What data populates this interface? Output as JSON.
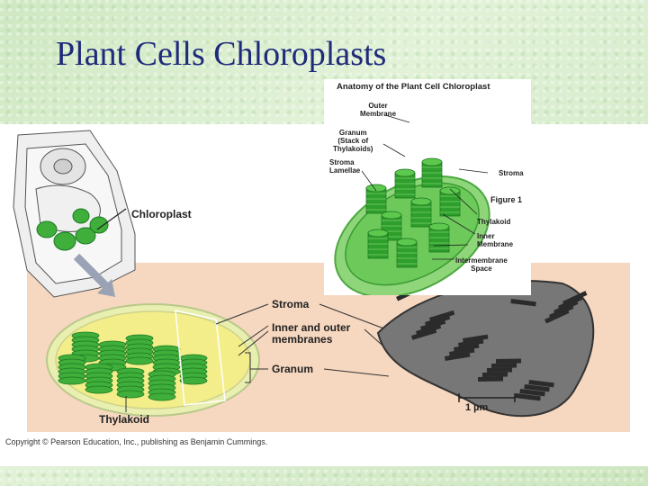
{
  "slide": {
    "title": "Plant Cells Chloroplasts",
    "copyright": "Copyright © Pearson Education, Inc., publishing as Benjamin Cummings."
  },
  "cell_diagram": {
    "label": "Chloroplast"
  },
  "inset_figure": {
    "title": "Anatomy of the Plant Cell Chloroplast",
    "labels": {
      "outer_membrane": "Outer\nMembrane",
      "granum": "Granum\n(Stack of\nThylakoids)",
      "stroma_lamellae": "Stroma\nLamellae",
      "stroma": "Stroma",
      "figure": "Figure 1",
      "thylakoid": "Thylakoid",
      "inner_membrane": "Inner\nMembrane",
      "intermembrane_space": "Intermembrane\nSpace"
    }
  },
  "main_figure": {
    "labels": {
      "stroma": "Stroma",
      "inner_outer": "Inner and outer\nmembranes",
      "granum": "Granum",
      "thylakoid": "Thylakoid"
    },
    "scale_bar": "1 µm"
  },
  "colors": {
    "title": "#1f2a7a",
    "chloroplast_green": "#3fae3a",
    "dark_green": "#1d7a22",
    "stroma_yellow": "#f3ee8a",
    "peach_panel": "#f6d7c0"
  }
}
